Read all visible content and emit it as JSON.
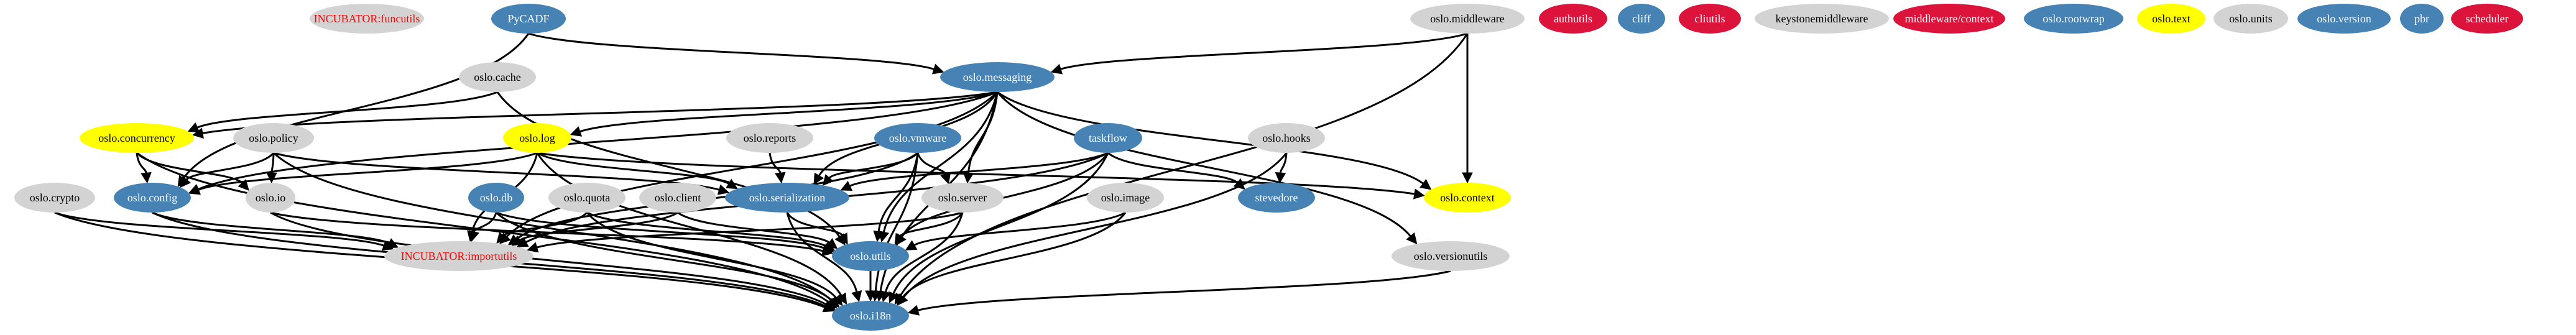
{
  "colors": {
    "gray": "#d3d3d3",
    "blue": "#4682b4",
    "red": "#dc143c",
    "yellow": "#ffff00",
    "text_on_blue": "#ffffff",
    "text_on_gray": "#000000",
    "text_on_red": "#ffffff",
    "text_on_yellow": "#000000",
    "red_text": "#ff0000",
    "edge": "#000000"
  },
  "nodes": [
    {
      "id": "incubator_funcutils",
      "label": "INCUBATOR:funcutils",
      "color": "gray",
      "text": "red_text"
    },
    {
      "id": "pycadf",
      "label": "PyCADF",
      "color": "blue",
      "text": "text_on_blue"
    },
    {
      "id": "oslo_middleware",
      "label": "oslo.middleware",
      "color": "gray",
      "text": "text_on_gray"
    },
    {
      "id": "authutils",
      "label": "authutils",
      "color": "red",
      "text": "text_on_red"
    },
    {
      "id": "cliff",
      "label": "cliff",
      "color": "blue",
      "text": "text_on_blue"
    },
    {
      "id": "cliutils",
      "label": "cliutils",
      "color": "red",
      "text": "text_on_red"
    },
    {
      "id": "keystonemiddleware",
      "label": "keystonemiddleware",
      "color": "gray",
      "text": "text_on_gray"
    },
    {
      "id": "middleware_context",
      "label": "middleware/context",
      "color": "red",
      "text": "text_on_red"
    },
    {
      "id": "oslo_rootwrap",
      "label": "oslo.rootwrap",
      "color": "blue",
      "text": "text_on_blue"
    },
    {
      "id": "oslo_text",
      "label": "oslo.text",
      "color": "yellow",
      "text": "text_on_yellow"
    },
    {
      "id": "oslo_units",
      "label": "oslo.units",
      "color": "gray",
      "text": "text_on_gray"
    },
    {
      "id": "oslo_version",
      "label": "oslo.version",
      "color": "blue",
      "text": "text_on_blue"
    },
    {
      "id": "pbr",
      "label": "pbr",
      "color": "blue",
      "text": "text_on_blue"
    },
    {
      "id": "scheduler",
      "label": "scheduler",
      "color": "red",
      "text": "text_on_red"
    },
    {
      "id": "oslo_cache",
      "label": "oslo.cache",
      "color": "gray",
      "text": "text_on_gray"
    },
    {
      "id": "oslo_messaging",
      "label": "oslo.messaging",
      "color": "blue",
      "text": "text_on_blue"
    },
    {
      "id": "oslo_concurrency",
      "label": "oslo.concurrency",
      "color": "yellow",
      "text": "text_on_yellow"
    },
    {
      "id": "oslo_policy",
      "label": "oslo.policy",
      "color": "gray",
      "text": "text_on_gray"
    },
    {
      "id": "oslo_log",
      "label": "oslo.log",
      "color": "yellow",
      "text": "text_on_yellow"
    },
    {
      "id": "oslo_reports",
      "label": "oslo.reports",
      "color": "gray",
      "text": "text_on_gray"
    },
    {
      "id": "oslo_vmware",
      "label": "oslo.vmware",
      "color": "blue",
      "text": "text_on_blue"
    },
    {
      "id": "taskflow",
      "label": "taskflow",
      "color": "blue",
      "text": "text_on_blue"
    },
    {
      "id": "oslo_hooks",
      "label": "oslo.hooks",
      "color": "gray",
      "text": "text_on_gray"
    },
    {
      "id": "oslo_crypto",
      "label": "oslo.crypto",
      "color": "gray",
      "text": "text_on_gray"
    },
    {
      "id": "oslo_config",
      "label": "oslo.config",
      "color": "blue",
      "text": "text_on_blue"
    },
    {
      "id": "oslo_io",
      "label": "oslo.io",
      "color": "gray",
      "text": "text_on_gray"
    },
    {
      "id": "oslo_db",
      "label": "oslo.db",
      "color": "blue",
      "text": "text_on_blue"
    },
    {
      "id": "oslo_quota",
      "label": "oslo.quota",
      "color": "gray",
      "text": "text_on_gray"
    },
    {
      "id": "oslo_client",
      "label": "oslo.client",
      "color": "gray",
      "text": "text_on_gray"
    },
    {
      "id": "oslo_serialization",
      "label": "oslo.serialization",
      "color": "blue",
      "text": "text_on_blue"
    },
    {
      "id": "oslo_server",
      "label": "oslo.server",
      "color": "gray",
      "text": "text_on_gray"
    },
    {
      "id": "oslo_image",
      "label": "oslo.image",
      "color": "gray",
      "text": "text_on_gray"
    },
    {
      "id": "stevedore",
      "label": "stevedore",
      "color": "blue",
      "text": "text_on_blue"
    },
    {
      "id": "oslo_context",
      "label": "oslo.context",
      "color": "yellow",
      "text": "text_on_yellow"
    },
    {
      "id": "incubator_importutils",
      "label": "INCUBATOR:importutils",
      "color": "gray",
      "text": "red_text"
    },
    {
      "id": "oslo_utils",
      "label": "oslo.utils",
      "color": "blue",
      "text": "text_on_blue"
    },
    {
      "id": "oslo_versionutils",
      "label": "oslo.versionutils",
      "color": "gray",
      "text": "text_on_gray"
    },
    {
      "id": "oslo_i18n",
      "label": "oslo.i18n",
      "color": "blue",
      "text": "text_on_blue"
    }
  ],
  "edges": [
    [
      "pycadf",
      "oslo_messaging"
    ],
    [
      "pycadf",
      "oslo_config"
    ],
    [
      "oslo_middleware",
      "oslo_messaging"
    ],
    [
      "oslo_middleware",
      "oslo_context"
    ],
    [
      "oslo_middleware",
      "oslo_i18n"
    ],
    [
      "oslo_cache",
      "oslo_concurrency"
    ],
    [
      "oslo_cache",
      "oslo_utils"
    ],
    [
      "oslo_messaging",
      "oslo_concurrency"
    ],
    [
      "oslo_messaging",
      "oslo_config"
    ],
    [
      "oslo_messaging",
      "oslo_log"
    ],
    [
      "oslo_messaging",
      "oslo_serialization"
    ],
    [
      "oslo_messaging",
      "oslo_server"
    ],
    [
      "oslo_messaging",
      "oslo_utils"
    ],
    [
      "oslo_messaging",
      "oslo_context"
    ],
    [
      "oslo_messaging",
      "oslo_versionutils"
    ],
    [
      "oslo_messaging",
      "oslo_i18n"
    ],
    [
      "oslo_messaging",
      "incubator_importutils"
    ],
    [
      "oslo_concurrency",
      "oslo_config"
    ],
    [
      "oslo_concurrency",
      "oslo_io"
    ],
    [
      "oslo_concurrency",
      "oslo_i18n"
    ],
    [
      "oslo_policy",
      "oslo_config"
    ],
    [
      "oslo_policy",
      "oslo_io"
    ],
    [
      "oslo_policy",
      "oslo_serialization"
    ],
    [
      "oslo_policy",
      "oslo_i18n"
    ],
    [
      "oslo_log",
      "oslo_config"
    ],
    [
      "oslo_log",
      "oslo_serialization"
    ],
    [
      "oslo_log",
      "oslo_context"
    ],
    [
      "oslo_log",
      "incubator_importutils"
    ],
    [
      "oslo_log",
      "oslo_i18n"
    ],
    [
      "oslo_reports",
      "oslo_serialization"
    ],
    [
      "oslo_vmware",
      "oslo_serialization"
    ],
    [
      "oslo_vmware",
      "oslo_server"
    ],
    [
      "oslo_vmware",
      "oslo_utils"
    ],
    [
      "oslo_vmware",
      "oslo_i18n"
    ],
    [
      "oslo_vmware",
      "incubator_importutils"
    ],
    [
      "taskflow",
      "oslo_serialization"
    ],
    [
      "taskflow",
      "stevedore"
    ],
    [
      "taskflow",
      "oslo_utils"
    ],
    [
      "taskflow",
      "oslo_i18n"
    ],
    [
      "taskflow",
      "incubator_importutils"
    ],
    [
      "oslo_hooks",
      "stevedore"
    ],
    [
      "oslo_hooks",
      "oslo_i18n"
    ],
    [
      "oslo_crypto",
      "incubator_importutils"
    ],
    [
      "oslo_crypto",
      "oslo_i18n"
    ],
    [
      "oslo_config",
      "incubator_importutils"
    ],
    [
      "oslo_config",
      "oslo_i18n"
    ],
    [
      "oslo_io",
      "oslo_utils"
    ],
    [
      "oslo_io",
      "oslo_i18n"
    ],
    [
      "oslo_db",
      "incubator_importutils"
    ],
    [
      "oslo_db",
      "oslo_utils"
    ],
    [
      "oslo_db",
      "oslo_i18n"
    ],
    [
      "oslo_quota",
      "incubator_importutils"
    ],
    [
      "oslo_quota",
      "oslo_utils"
    ],
    [
      "oslo_quota",
      "oslo_i18n"
    ],
    [
      "oslo_client",
      "incubator_importutils"
    ],
    [
      "oslo_client",
      "oslo_utils"
    ],
    [
      "oslo_serialization",
      "oslo_utils"
    ],
    [
      "oslo_serialization",
      "oslo_i18n"
    ],
    [
      "oslo_server",
      "oslo_utils"
    ],
    [
      "oslo_server",
      "oslo_i18n"
    ],
    [
      "oslo_server",
      "incubator_importutils"
    ],
    [
      "oslo_image",
      "oslo_utils"
    ],
    [
      "oslo_image",
      "oslo_i18n"
    ],
    [
      "oslo_utils",
      "oslo_i18n"
    ],
    [
      "oslo_versionutils",
      "oslo_i18n"
    ]
  ]
}
